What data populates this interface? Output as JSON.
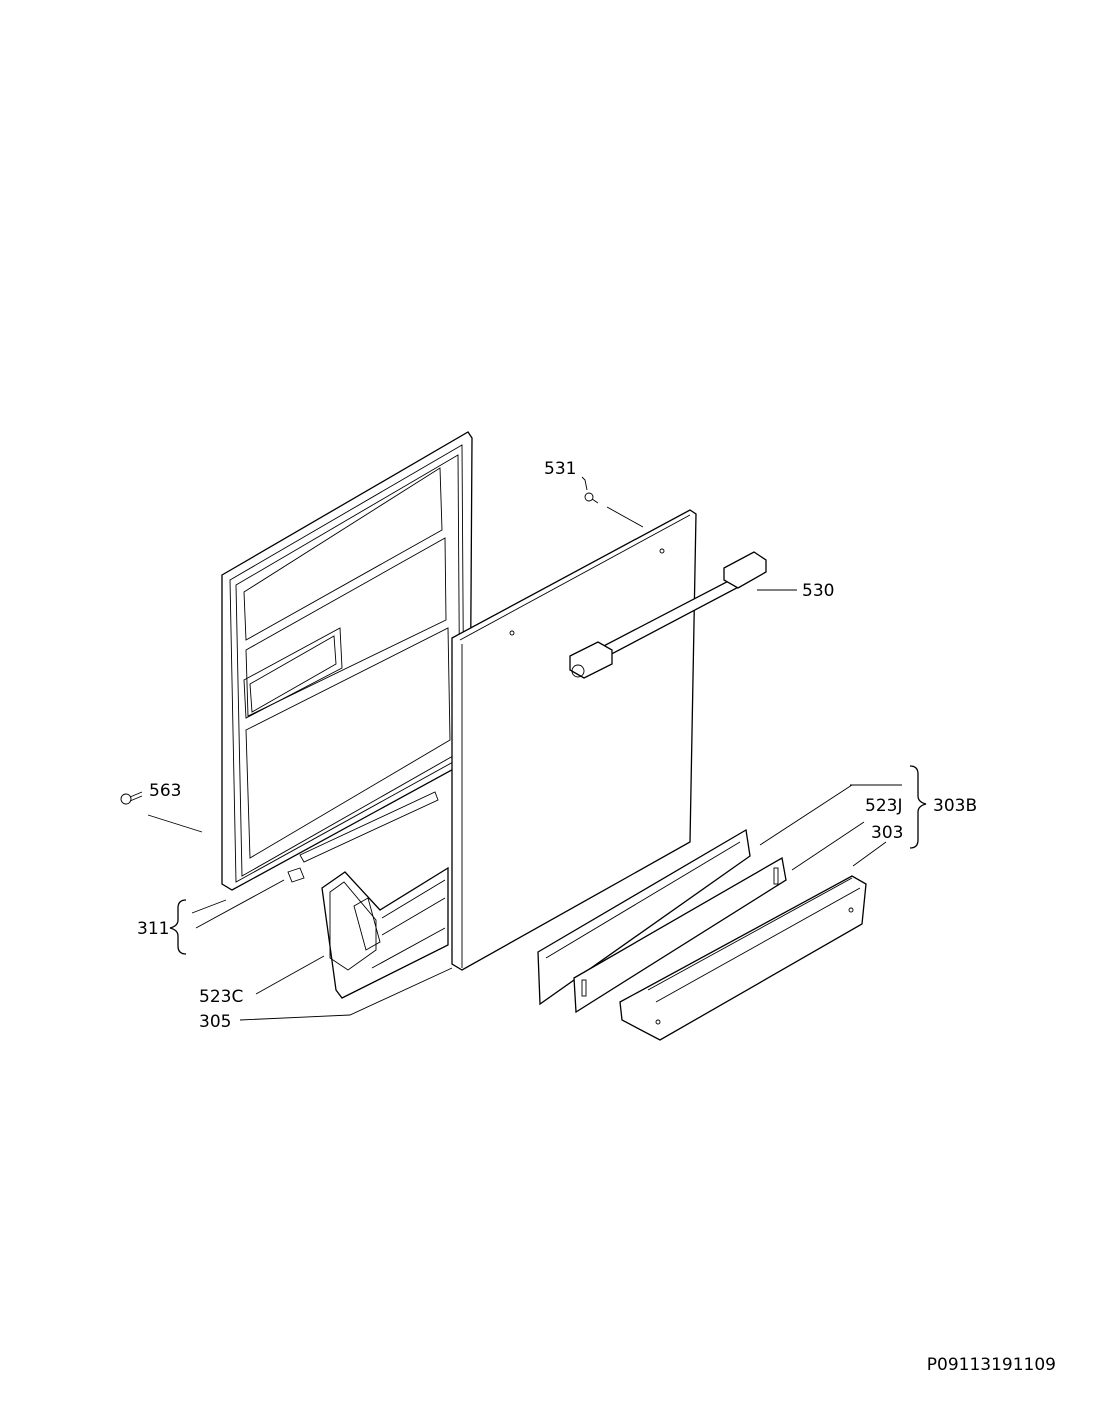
{
  "diagram": {
    "labels": {
      "p531": "531",
      "p530": "530",
      "p563": "563",
      "p523J": "523J",
      "p303B": "303B",
      "p303": "303",
      "p311": "311",
      "p523C": "523C",
      "p305": "305"
    },
    "code": "P09113191109"
  }
}
